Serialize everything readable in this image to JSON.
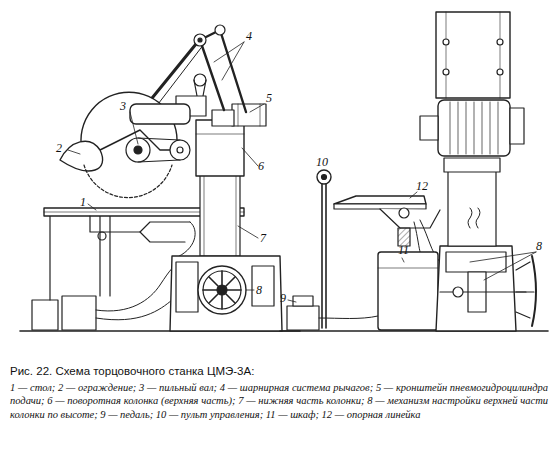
{
  "diagram": {
    "caption": "Рис. 22. Схема торцовочного станка ЦМЭ-3А:",
    "labels": [
      "4",
      "3",
      "5",
      "2",
      "6",
      "1",
      "7",
      "8",
      "10",
      "12",
      "8",
      "11",
      "9",
      "1 — стол; 2 — ограждение; 3 — пильный вал; 4 — шарнирная система рычагов; 5 — кронштейн пневмогидроцилиндра подачи; 6 — поворотная колонка (верхняя часть); 7 — нижняя часть колонки; 8 — механизм настройки верхней части колонки по высоте; 9 — педаль; 10 — пульт управления; 11 — шкаф; 12 — опорная линейка"
    ]
  }
}
